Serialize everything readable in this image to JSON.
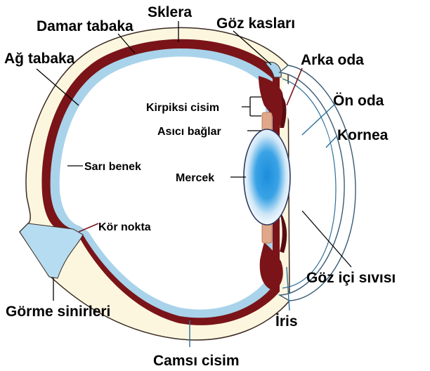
{
  "diagram": {
    "labels": {
      "sklera": "Sklera",
      "damar_tabaka": "Damar tabaka",
      "goz_kaslari": "Göz kasları",
      "ag_tabaka": "Ağ tabaka",
      "arka_oda": "Arka oda",
      "kirpiksi_cisim": "Kirpiksi cisim",
      "on_oda": "Ön oda",
      "asici_baglar": "Asıcı bağlar",
      "kornea": "Kornea",
      "sari_benek": "Sarı benek",
      "mercek": "Mercek",
      "kor_nokta": "Kör nokta",
      "goz_ici_sivisi": "Göz içi sıvısı",
      "gorme_sinirleri": "Görme sinirleri",
      "iris": "İris",
      "camsi_cisim": "Camsı cisim"
    },
    "colors": {
      "sclera": "#fcf6df",
      "choroid": "#7a1418",
      "retina": "#a9d3ea",
      "nerve": "#b6dcf1",
      "lens_core": "#1c8ddb",
      "suspensory": "#e0a78a",
      "leader_blue": "#2b6f98"
    }
  }
}
